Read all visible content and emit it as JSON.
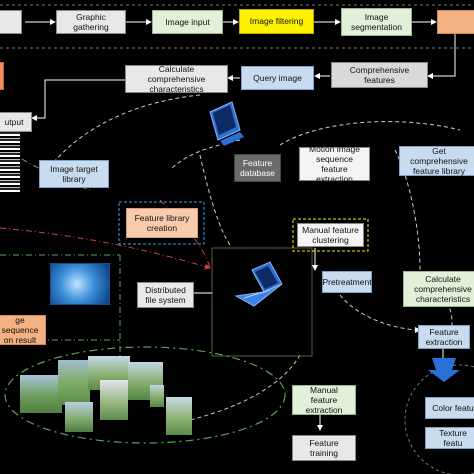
{
  "nodes": {
    "n_left_top": "",
    "graphic_gathering": "Graphic gathering",
    "image_input": "Image input",
    "image_filtering": "Image filtering",
    "image_segmentation": "Image segmentation",
    "n_right_top": "",
    "calc_comprehensive_top": "Calculate comprehensive characteristics",
    "query_image": "Query image",
    "comprehensive_features": "Comprehensive features",
    "output": "utput",
    "image_target_library": "Image target library",
    "feature_database": "Feature database",
    "motion_image_extraction": "Motion image sequence feature extraction",
    "get_comprehensive_library": "Get comprehensive feature library",
    "feature_library_creation": "Feature library creation",
    "manual_feature_clustering": "Manual feature clustering",
    "distributed_file_system": "Distributed file system",
    "pretreatment": "Pretreatment",
    "calc_comprehensive_right": "Calculate comprehensive characteristics",
    "image_sequence_result": "ge sequence on result",
    "feature_extraction": "Feature extraction",
    "manual_feature_extraction": "Manual feature extraction",
    "color_feature": "Color featu",
    "texture_feature": "Texture featu",
    "feature_training": "Feature training"
  },
  "colors": {
    "background": "#000000",
    "yellow_highlight": "#fff200",
    "peach": "#f8cbad",
    "arrow_white": "#ffffff",
    "dash_red": "#d04040",
    "dash_green": "#5aa05a",
    "icon_blue": "#2a6fd6"
  },
  "icons": [
    "monitor-icon",
    "laptop-icon",
    "human-head-icon",
    "golfer-photo"
  ]
}
